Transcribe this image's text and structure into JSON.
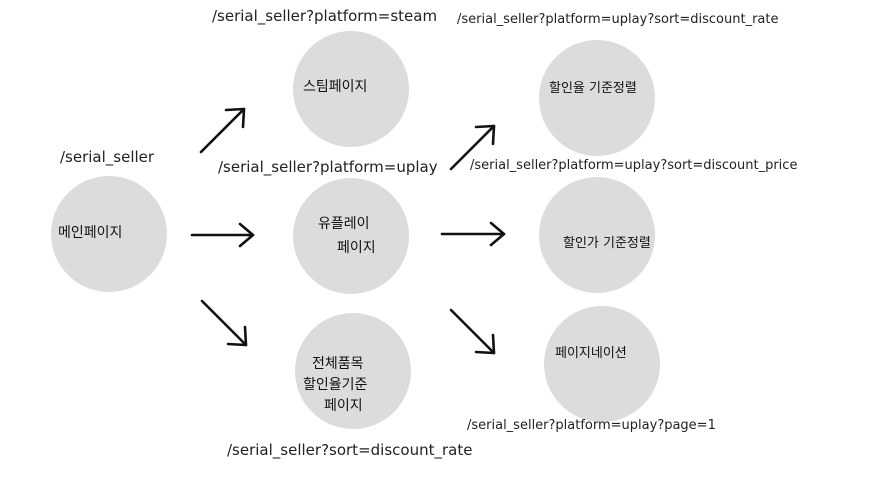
{
  "nodes": {
    "main": {
      "label": "메인페이지",
      "url": "/serial_seller"
    },
    "steam": {
      "label": "스팀페이지",
      "url": "/serial_seller?platform=steam"
    },
    "uplay": {
      "label_line1": "유플레이",
      "label_line2": "페이지",
      "url": "/serial_seller?platform=uplay"
    },
    "all": {
      "label_line1": "전체품목",
      "label_line2": "할인율기준",
      "label_line3": "페이지",
      "url": "/serial_seller?sort=discount_rate"
    },
    "rate": {
      "label": "할인율 기준정렬",
      "url": "/serial_seller?platform=uplay?sort=discount_rate"
    },
    "price": {
      "label": "할인가 기준정렬",
      "url": "/serial_seller?platform=uplay?sort=discount_price"
    },
    "pagination": {
      "label": "페이지네이션",
      "url": "/serial_seller?platform=uplay?page=1"
    }
  },
  "colors": {
    "node_fill": "#dcdcdc",
    "arrow": "#111111"
  }
}
